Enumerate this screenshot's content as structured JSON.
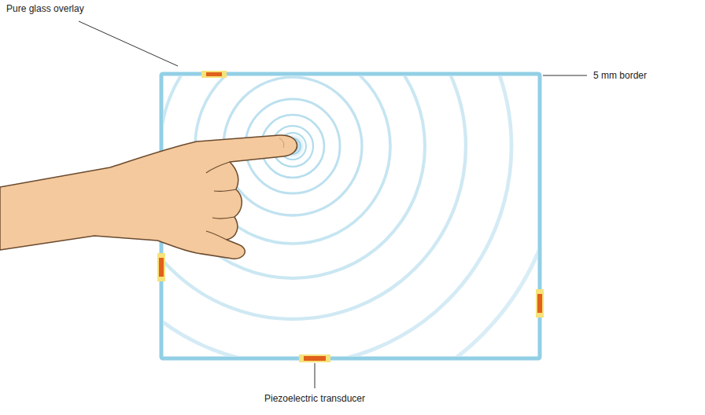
{
  "diagram": {
    "labels": [
      "Pure glass overlay",
      "5 mm border",
      "Piezoelectric transducer"
    ]
  }
}
